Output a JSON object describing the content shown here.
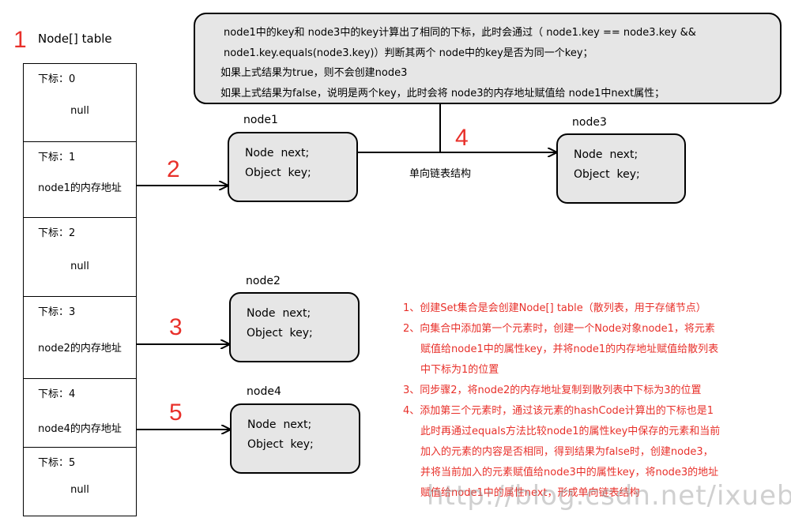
{
  "labels": {
    "step1": "1",
    "step2": "2",
    "step3": "3",
    "step4": "4",
    "step5": "5",
    "table_title": "Node[]  table",
    "linked_label": "单向链表结构"
  },
  "table": {
    "cells": [
      {
        "index": "下标：0",
        "value": "null"
      },
      {
        "index": "下标：1",
        "value": "node1的内存地址"
      },
      {
        "index": "下标：2",
        "value": "null"
      },
      {
        "index": "下标：3",
        "value": "node2的内存地址"
      },
      {
        "index": "下标：4",
        "value": "node4的内存地址"
      },
      {
        "index": "下标：5",
        "value": "null"
      }
    ]
  },
  "nodes": {
    "node1": {
      "name": "node1",
      "field1": "Node  next;",
      "field2": "Object  key;"
    },
    "node2": {
      "name": "node2",
      "field1": "Node  next;",
      "field2": "Object  key;"
    },
    "node3": {
      "name": "node3",
      "field1": "Node  next;",
      "field2": "Object  key;"
    },
    "node4": {
      "name": "node4",
      "field1": "Node  next;",
      "field2": "Object  key;"
    }
  },
  "callout": {
    "lines": [
      "node1中的key和 node3中的key计算出了相同的下标，此时会通过（  node1.key == node3.key &&",
      "node1.key.equals(node3.key)）判断其两个 node中的key是否为同一个key；",
      "如果上式结果为true，则不会创建node3",
      "如果上式结果为false，说明是两个key，此时会将 node3的内存地址赋值给 node1中next属性；"
    ]
  },
  "notes": {
    "lines": [
      "1、创建Set集合是会创建Node[] table（散列表，用于存储节点）",
      "2、向集合中添加第一个元素时，创建一个Node对象node1，将元素",
      "赋值给node1中的属性key，并将node1的内存地址赋值给散列表",
      "中下标为1的位置",
      "3、同步骤2，将node2的内存地址复制到散列表中下标为3的位置",
      "4、添加第三个元素时，通过该元素的hashCode计算出的下标也是1",
      "此时再通过equals方法比较node1的属性key中保存的元素和当前",
      "加入的元素的内容是否相同，得到结果为false时，创建node3，",
      "并将当前加入的元素赋值给node3中的属性key，将node3的地址",
      "赋值给node1中的属性next，形成单向链表结构"
    ]
  },
  "watermark": "http://blog.csdn.net/ixueba",
  "colors": {
    "accent_red": "#e8302a",
    "box_fill": "#e6e6e6",
    "line": "#000000"
  }
}
